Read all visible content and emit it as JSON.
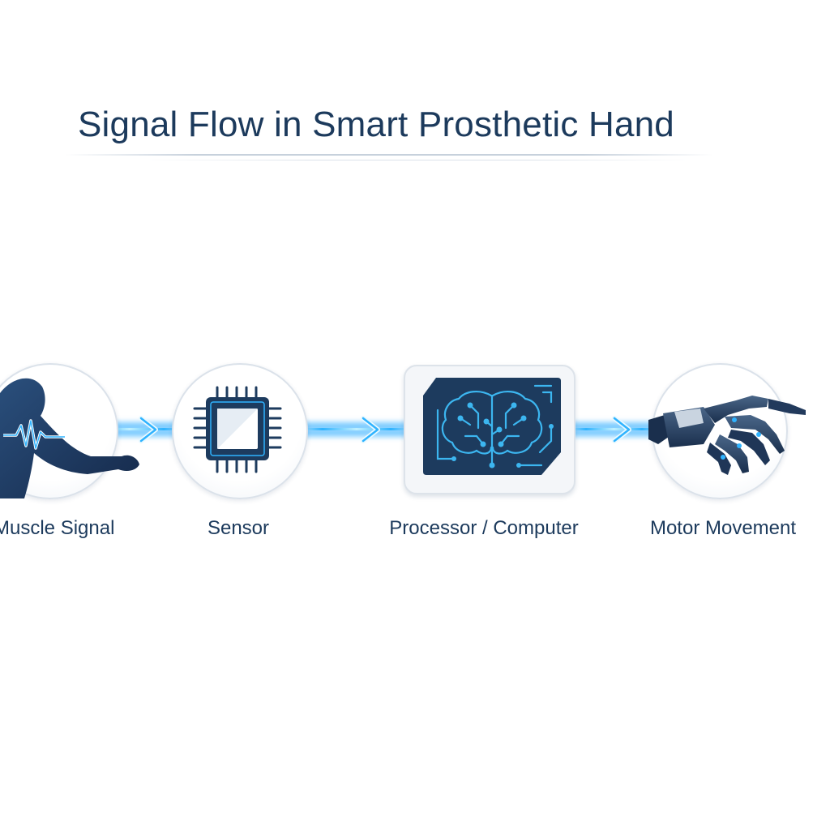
{
  "title": "Signal Flow in Smart Prosthetic Hand",
  "steps": [
    {
      "label": "Muscle Signal",
      "icon": "muscle-arm-icon"
    },
    {
      "label": "Sensor",
      "icon": "sensor-chip-icon"
    },
    {
      "label": "Processor / Computer",
      "icon": "brain-circuit-icon"
    },
    {
      "label": "Motor Movement",
      "icon": "robotic-hand-icon"
    }
  ],
  "colors": {
    "navy": "#1c3a5c",
    "accent": "#2fb3ff",
    "dark": "#1d3b5e"
  }
}
